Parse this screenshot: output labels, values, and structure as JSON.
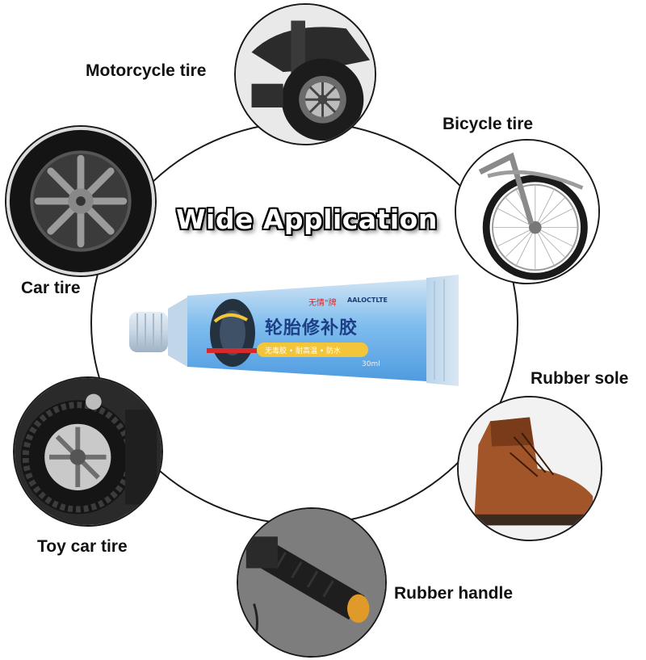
{
  "title": "Wide Application",
  "applications": [
    {
      "label": "Motorcycle tire",
      "icon": "motorcycle-icon"
    },
    {
      "label": "Bicycle tire",
      "icon": "bicycle-icon"
    },
    {
      "label": "Car tire",
      "icon": "car-wheel-icon"
    },
    {
      "label": "Rubber sole",
      "icon": "boot-icon"
    },
    {
      "label": "Toy car tire",
      "icon": "toy-wheel-icon"
    },
    {
      "label": "Rubber handle",
      "icon": "handlebar-grip-icon"
    }
  ],
  "product": {
    "brand": "无情\"牌",
    "brand_latin": "AALOCTLTE",
    "name": "轮胎修补胶",
    "features": "无毒胶 • 耐高温 • 防水",
    "volume": "30ml"
  },
  "colors": {
    "tube_blue": "#5aa8e6",
    "tube_pale": "#c6dcef",
    "accent_red": "#d62a2a",
    "accent_yellow": "#f2c53a",
    "ring": "#1a1a1a"
  }
}
